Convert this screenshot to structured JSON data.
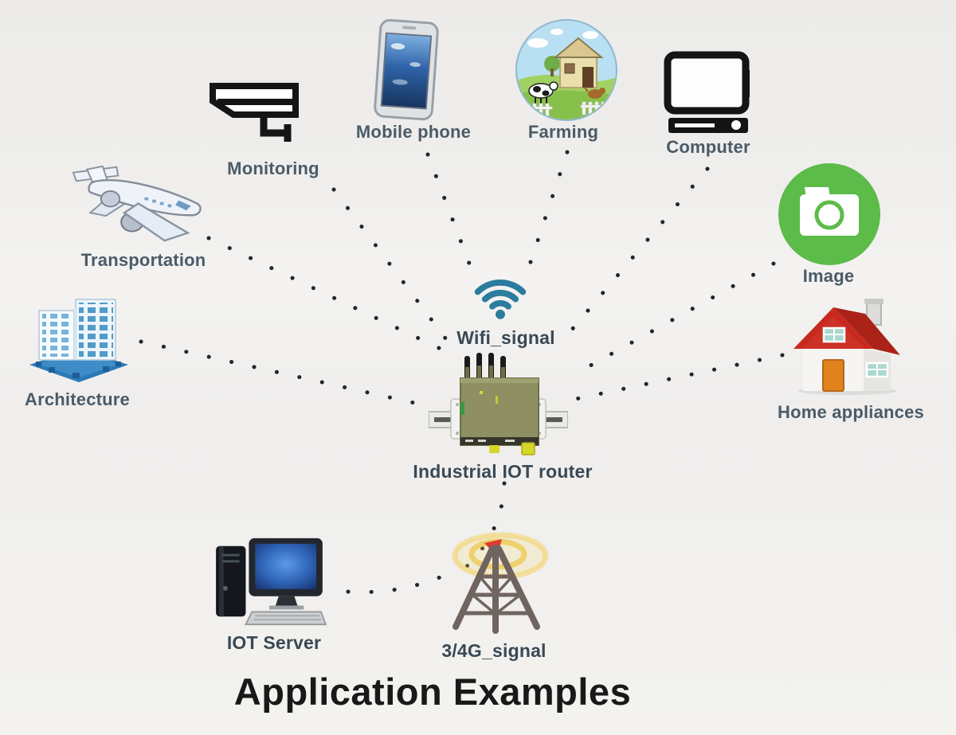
{
  "diagram": {
    "title": "Application Examples",
    "background_color": "#f0efed",
    "dot_color": "#262626",
    "label_color": "#4b5b68",
    "center": {
      "wifi_label": "Wifi_signal",
      "wifi_icon": "wifi-signal-icon",
      "wifi_color": "#2b7c9e",
      "router_label": "Industrial IOT router",
      "router_icon": "industrial-iot-router-icon",
      "router_color": "#8e8f62"
    },
    "nodes": [
      {
        "label": "Monitoring",
        "icon": "cctv-camera-icon"
      },
      {
        "label": "Mobile phone",
        "icon": "smartphone-icon"
      },
      {
        "label": "Farming",
        "icon": "farm-scene-icon"
      },
      {
        "label": "Computer",
        "icon": "desktop-computer-icon"
      },
      {
        "label": "Image",
        "icon": "camera-badge-icon",
        "badge_color": "#5cbb49"
      },
      {
        "label": "Transportation",
        "icon": "airplane-icon"
      },
      {
        "label": "Architecture",
        "icon": "office-buildings-icon"
      },
      {
        "label": "Home appliances",
        "icon": "house-icon",
        "roof_color": "#c8291e"
      },
      {
        "label": "IOT Server",
        "icon": "server-workstation-icon"
      },
      {
        "label": "3/4G_signal",
        "icon": "cell-tower-icon",
        "glow_color": "#f2d264"
      }
    ]
  }
}
